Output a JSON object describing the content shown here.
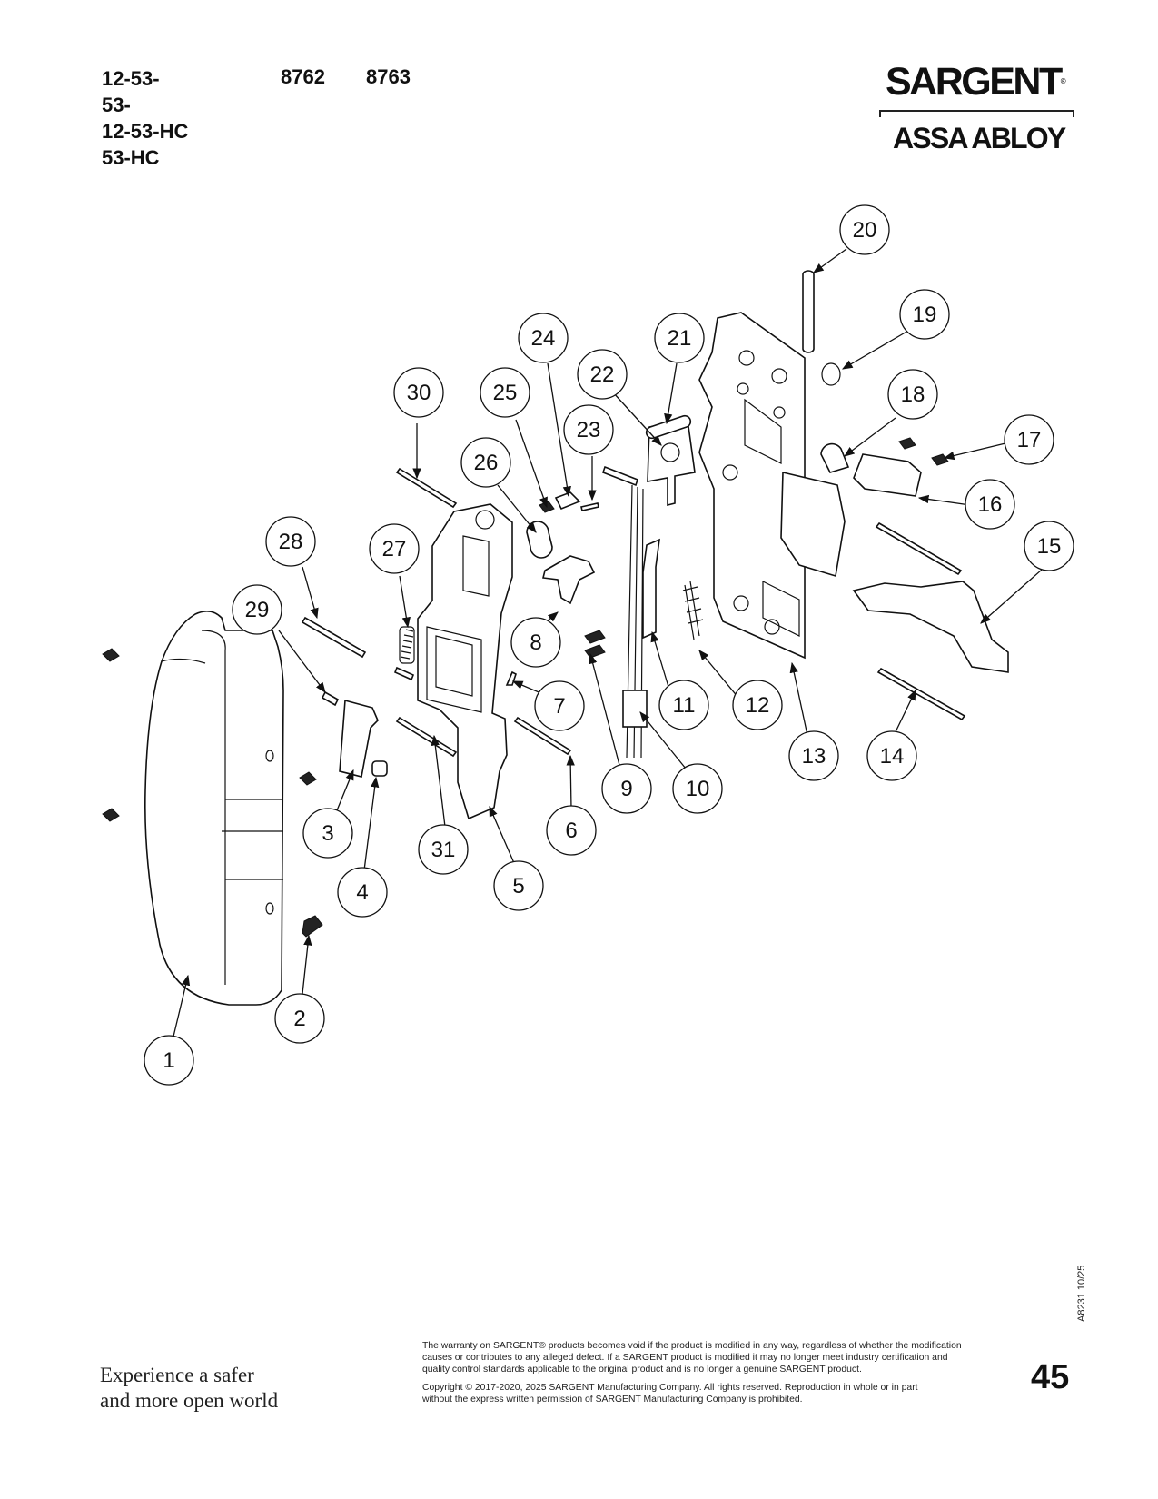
{
  "header": {
    "models": [
      "12-53-",
      "53-",
      "12-53-HC",
      "53-HC"
    ],
    "part_numbers": [
      "8762",
      "8763"
    ]
  },
  "brand": {
    "sargent": "SARGENT",
    "registered": "®",
    "assa_abloy": "ASSA ABLOY"
  },
  "callouts": [
    "1",
    "2",
    "3",
    "4",
    "5",
    "6",
    "7",
    "8",
    "9",
    "10",
    "11",
    "12",
    "13",
    "14",
    "15",
    "16",
    "17",
    "18",
    "19",
    "20",
    "21",
    "22",
    "23",
    "24",
    "25",
    "26",
    "27",
    "28",
    "29",
    "30",
    "31"
  ],
  "footer": {
    "tagline_line1": "Experience a safer",
    "tagline_line2": "and more open world",
    "warranty_line1": "The warranty on SARGENT® products becomes void if the product is modified in any way, regardless of whether the modification",
    "warranty_line2": "causes or contributes to any alleged defect. If a SARGENT product is modified it may no longer meet industry certification and",
    "warranty_line3": "quality control standards applicable to the original product and is no longer a genuine SARGENT product.",
    "copyright_line1": "Copyright © 2017-2020, 2025 SARGENT Manufacturing Company. All rights reserved. Reproduction in whole or in part",
    "copyright_line2": "without the express written permission of SARGENT Manufacturing Company is prohibited.",
    "doc_id": "A8231  10/25",
    "page_number": "45"
  }
}
